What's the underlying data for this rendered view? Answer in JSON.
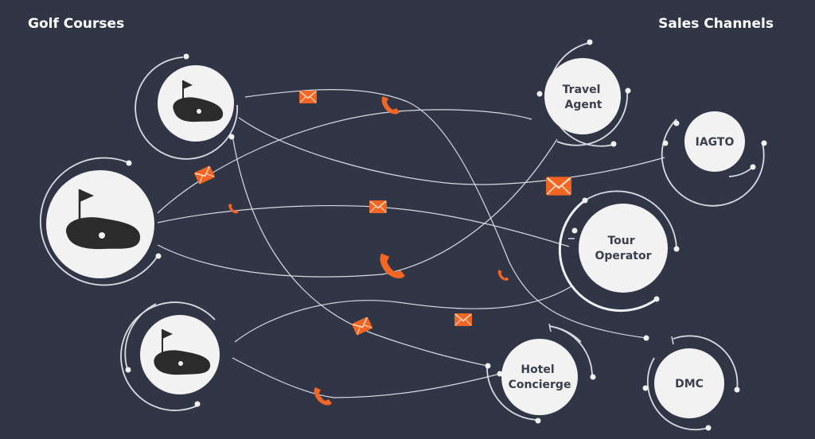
{
  "headers": {
    "left": "Golf Courses",
    "right": "Sales Channels"
  },
  "golf_courses": [
    {
      "id": "course-1",
      "icon": "golf-green-icon"
    },
    {
      "id": "course-2",
      "icon": "golf-green-icon"
    },
    {
      "id": "course-3",
      "icon": "golf-green-icon"
    }
  ],
  "channels": [
    {
      "id": "travel-agent",
      "lines": [
        "Travel",
        "Agent"
      ]
    },
    {
      "id": "iagto",
      "lines": [
        "IAGTO"
      ]
    },
    {
      "id": "tour-operator",
      "lines": [
        "Tour",
        "Operator"
      ]
    },
    {
      "id": "hotel-concierge",
      "lines": [
        "Hotel",
        "Concierge"
      ]
    },
    {
      "id": "dmc",
      "lines": [
        "DMC"
      ]
    }
  ],
  "icons": {
    "contact_types": [
      "envelope-icon",
      "phone-icon"
    ]
  },
  "colors": {
    "background": "#313646",
    "node_fill": "#f2f2f2",
    "line": "#d9dbe0",
    "accent": "#f26522",
    "icon_dark": "#2b2b2b"
  }
}
